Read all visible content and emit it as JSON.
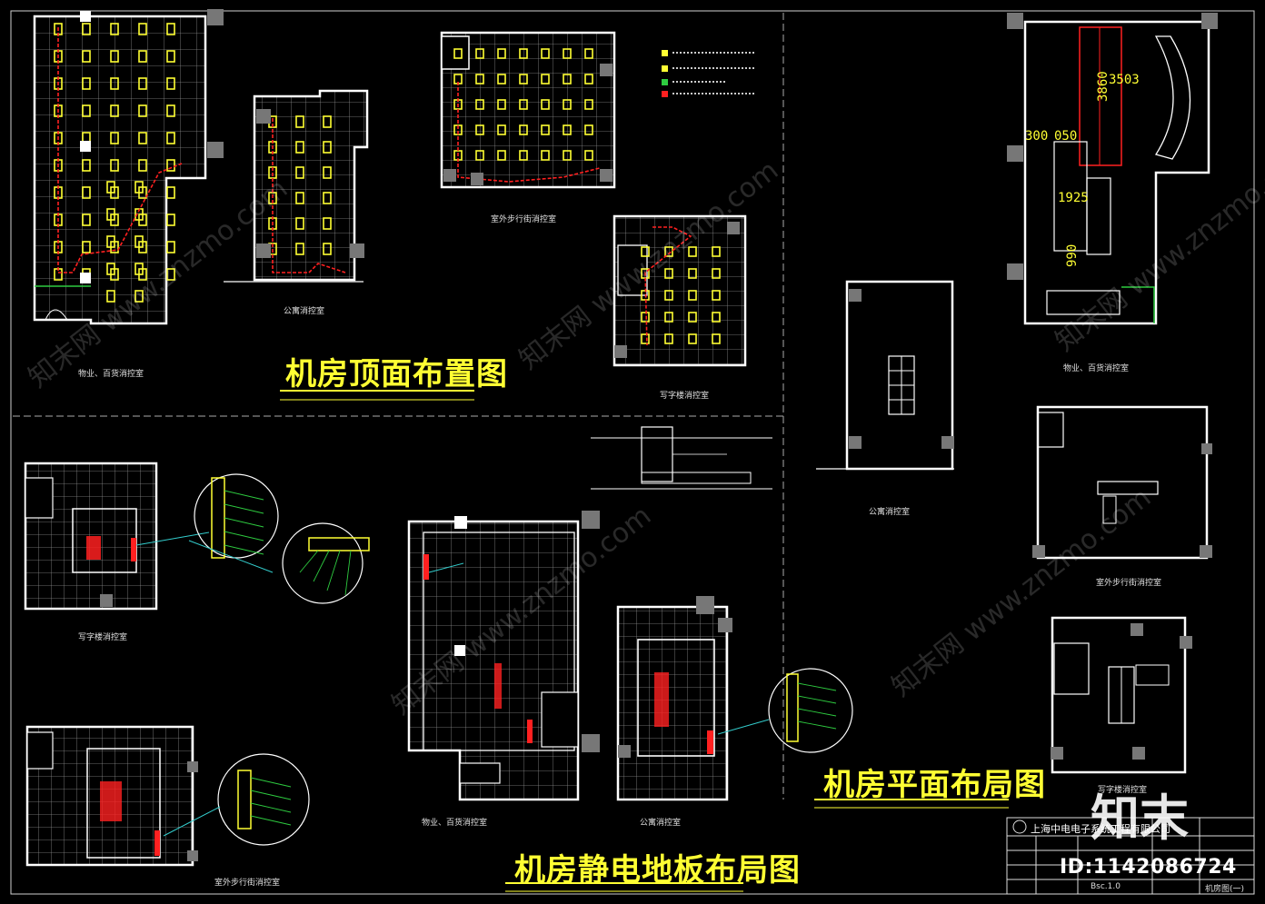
{
  "titles": {
    "ceiling": "机房顶面布置图",
    "floor": "机房静电地板布局图",
    "plan": "机房平面布局图"
  },
  "labels": {
    "room_wuye": "物业、百货消控室",
    "room_gongyu": "公寓消控室",
    "room_shiwai": "室外步行街消控室",
    "room_xiezilou": "写字楼消控室"
  },
  "dims": {
    "d1": "3503",
    "d2": "3860",
    "d3": "300",
    "d4": "050",
    "d5": "1925",
    "d6": "990"
  },
  "title_block": {
    "company": "上海中电电子系统工程有限公司",
    "scale": "Bsc.1.0",
    "sheet": "机房图(一)"
  },
  "watermark": {
    "text_cn": "知末网",
    "url": "www.znzmo.com",
    "logo": "知末",
    "id": "ID:1142086724"
  },
  "colors": {
    "background": "#000000",
    "wall": "#ffffff",
    "grid": "#9a9a9a",
    "light": "#ffff33",
    "cable": "#ff2020",
    "door": "#2ecc40",
    "title": "#ffff33"
  }
}
